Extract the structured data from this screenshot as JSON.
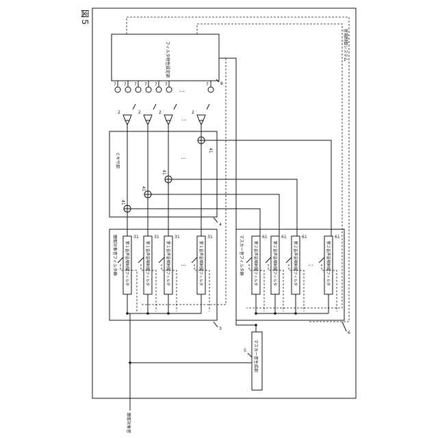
{
  "figure_label": "図５",
  "system_label": "音場制御システム",
  "filter_setting_label": "フィルタ特性設定部",
  "mixer_label": "ミキサ部",
  "target_filter_group_label": "聴取対象音フィルタ群",
  "masker_filter_group_label": "マスカー音フィルタ群",
  "filter1_label": "第１音声音場制御フィルタ",
  "filter2_label": "第２音声音場制御フィルタ",
  "masker_gen_label": "マスカー音生成部",
  "input_label": "聴取対象音",
  "refs": {
    "mic": "7",
    "speaker": "2",
    "adder": "41",
    "filter1": "31",
    "filter2": "61",
    "mixer": "4",
    "filter_group1": "3",
    "filter_group2": "6",
    "masker_gen": "5",
    "filter_setting": "8"
  },
  "ellipsis": "…"
}
